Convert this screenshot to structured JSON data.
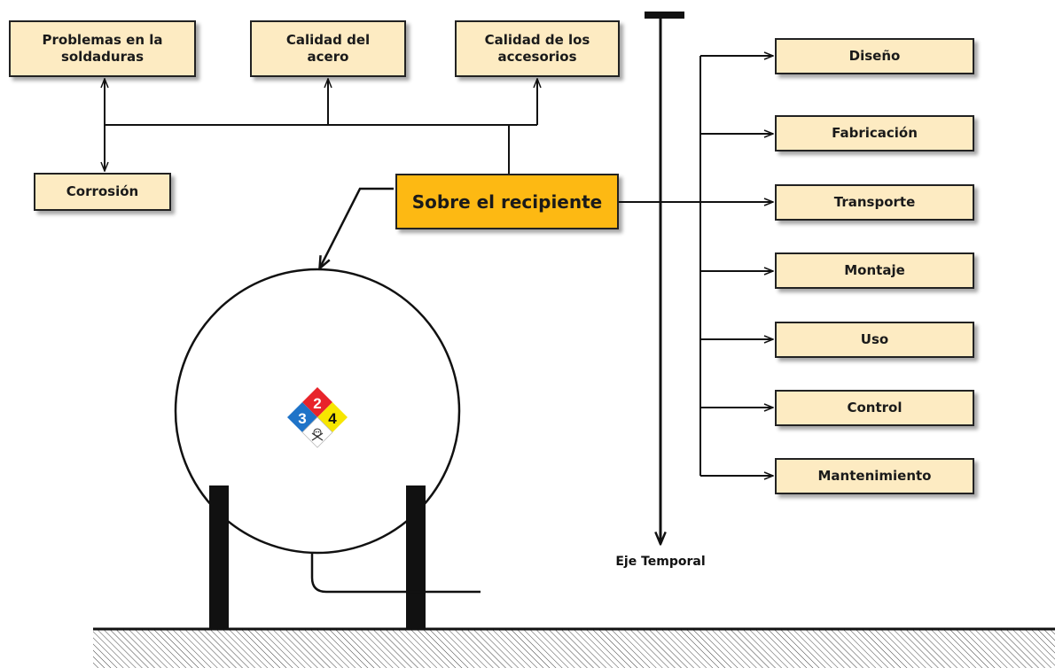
{
  "causes": {
    "soldaduras": [
      "Problemas en la",
      "soldaduras"
    ],
    "acero": [
      "Calidad del",
      "acero"
    ],
    "accesorios": [
      "Calidad de los",
      "accesorios"
    ],
    "corrosion": "Corrosión"
  },
  "center_label": "Sobre el recipiente",
  "stages": [
    "Diseño",
    "Fabricación",
    "Transporte",
    "Montaje",
    "Uso",
    "Control",
    "Mantenimiento"
  ],
  "axis_label": "Eje Temporal",
  "hazard_diamond": {
    "health": "3",
    "flammability": "2",
    "reactivity": "4",
    "special_symbol": "skull-crossbones-icon",
    "colors": {
      "health": "#1e73c8",
      "flammability": "#e8242b",
      "reactivity": "#f7e600",
      "special": "#ffffff"
    }
  },
  "colors": {
    "center_fill": "#fdb913",
    "box_fill": "#fdebc2"
  }
}
